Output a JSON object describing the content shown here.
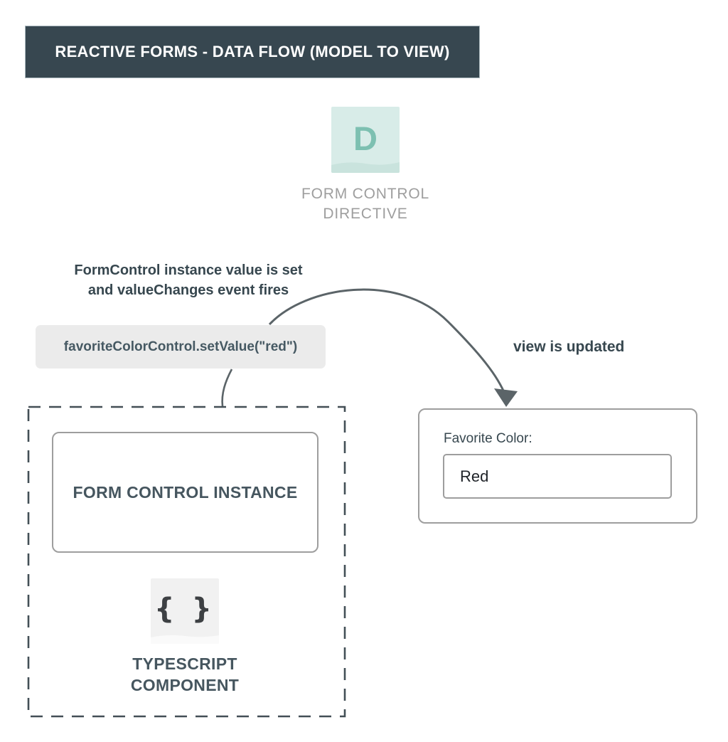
{
  "header": {
    "title": "REACTIVE FORMS - DATA FLOW (MODEL TO VIEW)"
  },
  "directive": {
    "icon_letter": "D",
    "label_line1": "FORM CONTROL",
    "label_line2": "DIRECTIVE"
  },
  "flow": {
    "caption_line1": "FormControl instance value is set",
    "caption_line2": "and valueChanges event fires",
    "code": "favoriteColorControl.setValue(\"red\")",
    "view_updated": "view is updated"
  },
  "component": {
    "instance_label": "FORM CONTROL INSTANCE",
    "icon_glyph": "{ }",
    "label_line1": "TYPESCRIPT",
    "label_line2": "COMPONENT"
  },
  "view": {
    "field_label": "Favorite Color:",
    "input_value": "Red"
  },
  "colors": {
    "banner_bg": "#374750",
    "banner_text": "#ffffff",
    "slate_text": "#37474f",
    "directive_icon_bg": "#d8ece8",
    "directive_icon_letter": "#7dc0b1",
    "label_gray": "#9e9e9e",
    "code_box_bg": "#ebebeb",
    "box_border_gray": "#9e9e9e",
    "arrow_gray": "#5b6468",
    "typescript_icon_bg": "#f1f1f1"
  }
}
